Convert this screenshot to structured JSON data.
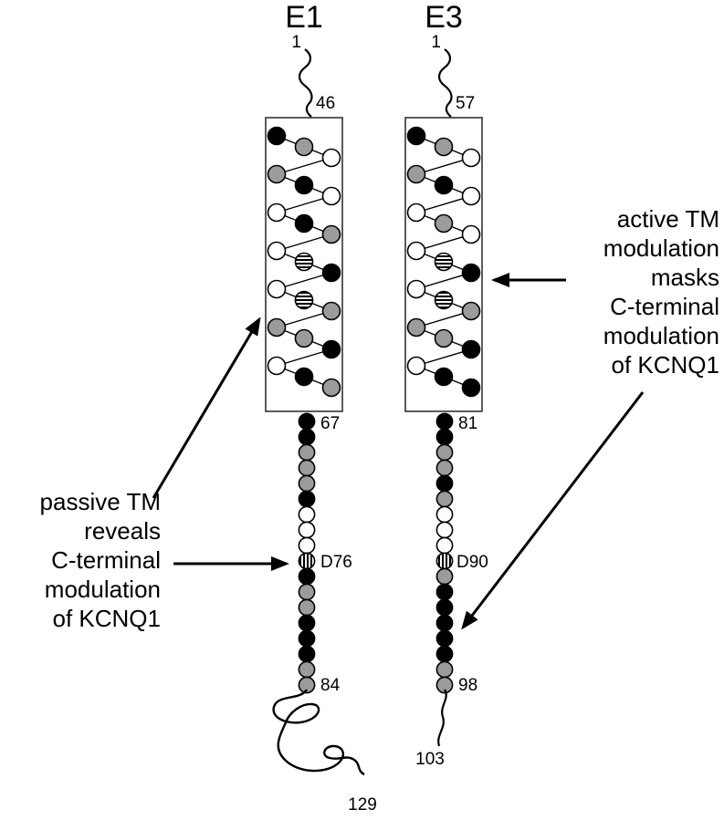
{
  "figure": {
    "background": "#ffffff",
    "colors": {
      "black": "#000000",
      "gray": "#9b9b9b",
      "white": "#ffffff"
    },
    "proteins": [
      {
        "id": "e1",
        "title": "E1",
        "n_terminus_residue": "1",
        "tm_start_residue": "46",
        "tm_end_residue": "67",
        "special_residue": "D76",
        "chain_end_residue": "84",
        "c_terminus_residue": "129",
        "helix_rows": [
          [
            "black",
            "gray",
            "white"
          ],
          [
            "gray",
            "black",
            "white"
          ],
          [
            "white",
            "black",
            "gray"
          ],
          [
            "white",
            "striped",
            "black"
          ],
          [
            "white",
            "striped",
            "gray"
          ],
          [
            "gray",
            "gray",
            "black"
          ],
          [
            "white",
            "black",
            "gray"
          ]
        ],
        "chain_beads": [
          "black",
          "black",
          "gray",
          "gray",
          "gray",
          "black",
          "white",
          "white",
          "white",
          "striped",
          "black",
          "gray",
          "gray",
          "black",
          "black",
          "black",
          "gray",
          "gray"
        ]
      },
      {
        "id": "e3",
        "title": "E3",
        "n_terminus_residue": "1",
        "tm_start_residue": "57",
        "tm_end_residue": "81",
        "special_residue": "D90",
        "chain_end_residue": "98",
        "c_terminus_residue": "103",
        "helix_rows": [
          [
            "black",
            "gray",
            "white"
          ],
          [
            "gray",
            "black",
            "white"
          ],
          [
            "white",
            "gray",
            "white"
          ],
          [
            "white",
            "striped",
            "black"
          ],
          [
            "white",
            "striped",
            "gray"
          ],
          [
            "gray",
            "gray",
            "black"
          ],
          [
            "white",
            "black",
            "black"
          ]
        ],
        "chain_beads": [
          "black",
          "black",
          "gray",
          "gray",
          "black",
          "gray",
          "white",
          "white",
          "white",
          "striped",
          "gray",
          "black",
          "black",
          "black",
          "black",
          "black",
          "gray",
          "gray"
        ]
      }
    ],
    "annotations": {
      "left": {
        "text": "passive TM\nreveals\nC-terminal\nmodulation\nof KCNQ1"
      },
      "right": {
        "text": "active TM\nmodulation\nmasks\nC-terminal\nmodulation\nof KCNQ1"
      }
    }
  }
}
